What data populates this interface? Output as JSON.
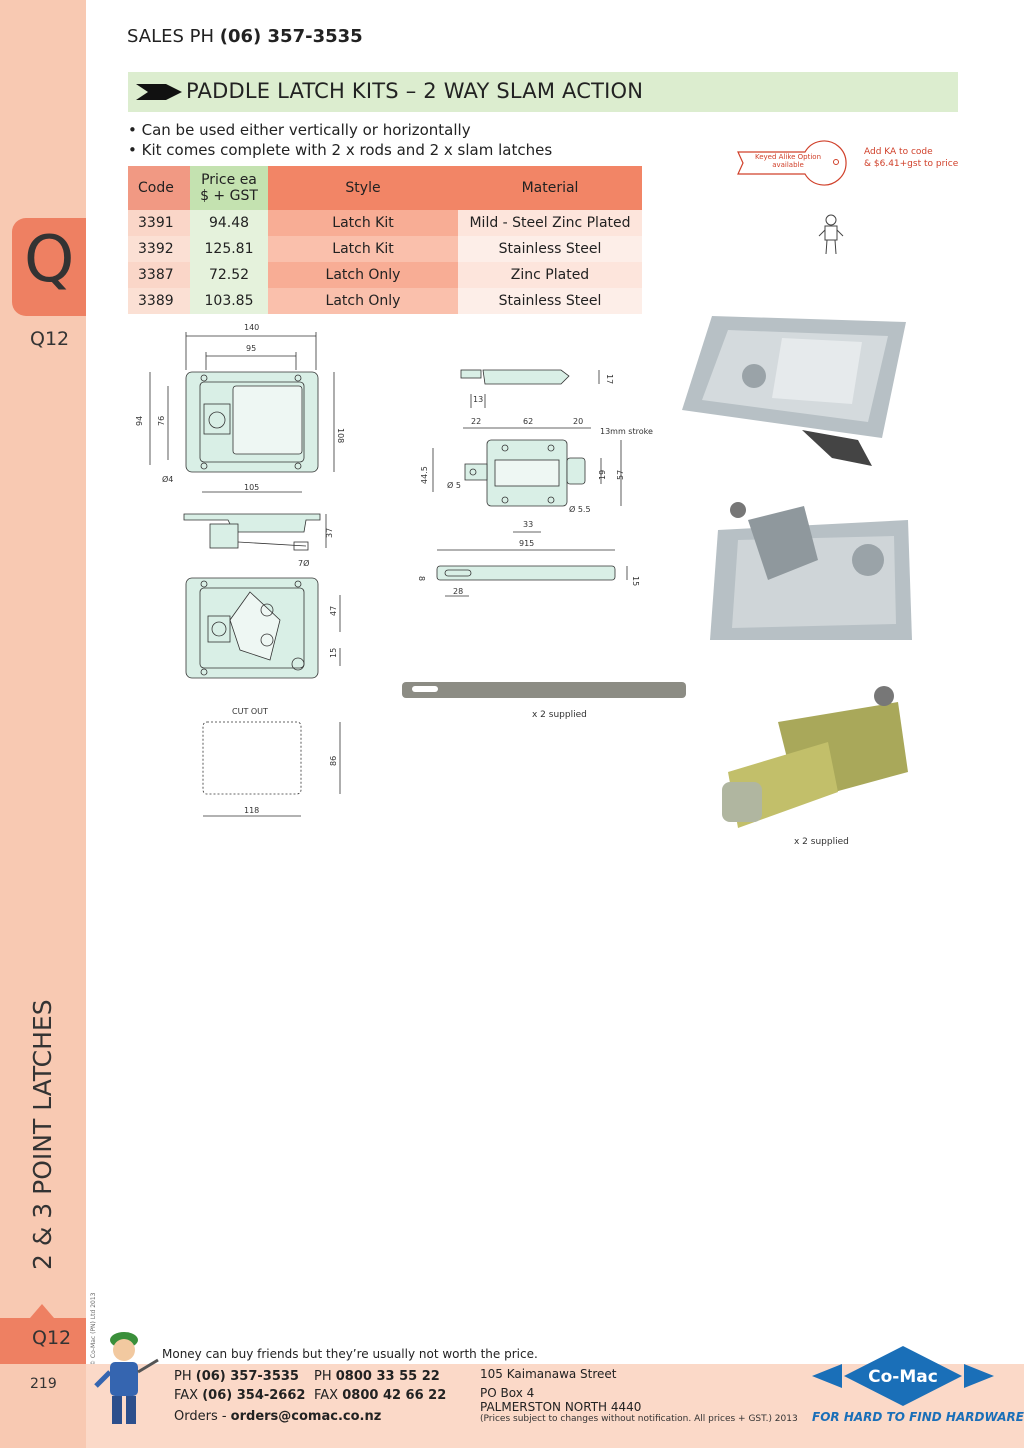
{
  "sidebar": {
    "tab_letter": "Q",
    "section_code": "Q12",
    "vertical_title": "2 & 3 POINT LATCHES",
    "copyright": "© Co-Mac (PN) Ltd 2013",
    "page_number": "219"
  },
  "header": {
    "sales_label": "SALES  PH",
    "sales_phone": "(06) 357-3535"
  },
  "title": "PADDLE LATCH KITS – 2 WAY SLAM ACTION",
  "bullets": [
    "• Can be used either vertically or horizontally",
    "• Kit comes complete with 2 x rods and 2 x slam latches"
  ],
  "table": {
    "headers": [
      "Code",
      "Price ea",
      "$ + GST",
      "Style",
      "Material"
    ],
    "rows": [
      {
        "code": "3391",
        "price": "94.48",
        "style": "Latch Kit",
        "material": "Mild - Steel Zinc Plated"
      },
      {
        "code": "3392",
        "price": "125.81",
        "style": "Latch Kit",
        "material": "Stainless Steel"
      },
      {
        "code": "3387",
        "price": "72.52",
        "style": "Latch Only",
        "material": "Zinc Plated"
      },
      {
        "code": "3389",
        "price": "103.85",
        "style": "Latch Only",
        "material": "Stainless Steel"
      }
    ]
  },
  "keyed_alike": {
    "label": "Keyed Alike Option available",
    "note_line1": "Add KA to code",
    "note_line2": "& $6.41+gst to price"
  },
  "drawings": {
    "latch_dims": {
      "w140": "140",
      "w95": "95",
      "h94": "94",
      "h76": "76",
      "h108": "108",
      "d4": "Ø4",
      "w105": "105",
      "h37": "37",
      "d70": "7Ø",
      "h47": "47",
      "h15": "15"
    },
    "cutout": {
      "label": "CUT OUT",
      "h86": "86",
      "w118": "118"
    },
    "slam_dims": {
      "h17": "17",
      "w13": "13",
      "w22": "22",
      "w62": "62",
      "w20": "20",
      "stroke": "13mm stroke",
      "h44_5": "44.5",
      "h19": "19",
      "h57": "57",
      "d5": "Ø 5",
      "d5_5": "Ø 5.5",
      "w33": "33"
    },
    "rod_dims": {
      "w915": "915",
      "h8": "8",
      "h15": "15",
      "w28": "28"
    },
    "rod_supplied": "x 2 supplied",
    "latch_supplied": "x 2 supplied"
  },
  "footer": {
    "quote": "Money can buy friends but they’re usually not worth the price.",
    "ph_label": "PH",
    "ph": "(06) 357-3535",
    "fax_label": "FAX",
    "fax": "(06) 354-2662",
    "tf_ph_label": "PH",
    "tf_ph": "0800 33 55 22",
    "tf_fax_label": "FAX",
    "tf_fax": "0800 42 66 22",
    "orders_label": "Orders - ",
    "orders_email": "orders@comac.co.nz",
    "addr1": "105 Kaimanawa Street",
    "addr2": "PO Box 4",
    "addr3": "PALMERSTON NORTH 4440",
    "disclaimer": "(Prices subject to changes without notification.  All prices + GST.)  2013",
    "brand": "Co-Mac",
    "brand_tagline": "FOR HARD TO FIND HARDWARE"
  },
  "colors": {
    "sidebar": "#f8c9b2",
    "tab": "#ee8062",
    "title_bar": "#dcedcf",
    "brand_blue": "#1a6fb8",
    "ka_red": "#d0402a"
  }
}
